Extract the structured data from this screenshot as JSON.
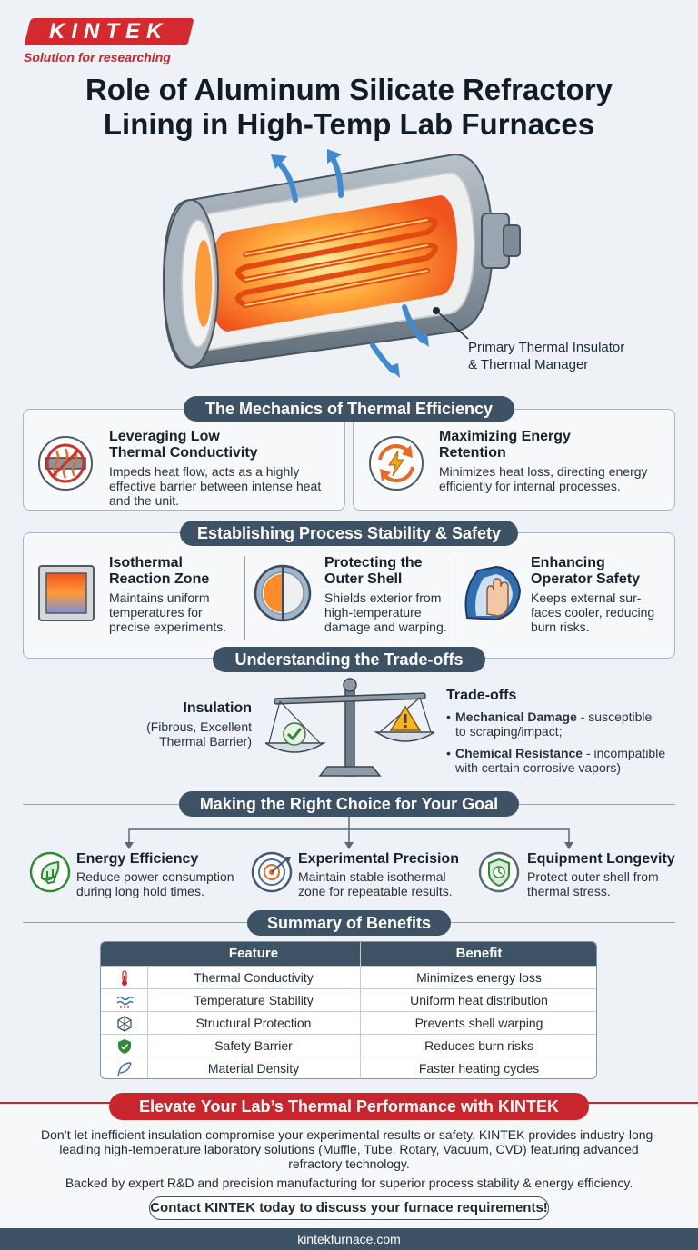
{
  "brand": {
    "logo": "KINTEK",
    "tagline": "Solution for researching"
  },
  "title": {
    "line1": "Role of Aluminum Silicate Refractory",
    "line2": "Lining in High-Temp Lab Furnaces"
  },
  "hero": {
    "caption_line1": "Primary Thermal Insulator",
    "caption_line2": "& Thermal Manager"
  },
  "mechanics": {
    "heading": "The Mechanics of Thermal Efficiency",
    "items": [
      {
        "icon": "blocked-heat-icon",
        "title_line1": "Leveraging Low",
        "title_line2": "Thermal Conductivity",
        "text_line1": "Impeds heat flow, acts as a highly",
        "text_line2": "effective barrier between intense heat",
        "text_line3": "and the unit."
      },
      {
        "icon": "energy-cycle-icon",
        "title_line1": "Maximizing Energy",
        "title_line2": "Retention",
        "text_line1": "Minimizes heat loss, directing energy",
        "text_line2": "efficiently for internal processes."
      }
    ]
  },
  "stability": {
    "heading": "Establishing Process Stability & Safety",
    "items": [
      {
        "icon": "heat-zone-icon",
        "title_line1": "Isothermal",
        "title_line2": "Reaction Zone",
        "text_line1": "Maintains uniform",
        "text_line2": "temperatures for",
        "text_line3": "precise experiments."
      },
      {
        "icon": "shell-section-icon",
        "title_line1": "Protecting the",
        "title_line2": "Outer Shell",
        "text_line1": "Shields exterior from",
        "text_line2": "high-temperature",
        "text_line3": "damage and warping."
      },
      {
        "icon": "hand-icon",
        "title_line1": "Enhancing",
        "title_line2": "Operator Safety",
        "text_line1": "Keeps external sur-",
        "text_line2": "faces cooler, reducing",
        "text_line3": "burn risks."
      }
    ]
  },
  "tradeoffs": {
    "heading": "Understanding the Trade-offs",
    "left_title": "Insulation",
    "left_line1": "(Fibrous, Excellent",
    "left_line2": "Thermal Barrier)",
    "right_title": "Trade-offs",
    "bullet1_bold": "Mechanical Damage",
    "bullet1_rest": " - susceptible",
    "bullet1_line2": "to scraping/impact;",
    "bullet2_bold": "Chemical Resistance",
    "bullet2_rest": " - incompatible",
    "bullet2_line2": "with certain corrosive vapors)"
  },
  "choice": {
    "heading": "Making the Right Choice for Your Goal",
    "items": [
      {
        "icon": "eco-plug-icon",
        "title": "Energy Efficiency",
        "text_line1": "Reduce power consumption",
        "text_line2": "during long hold times."
      },
      {
        "icon": "target-icon",
        "title": "Experimental Precision",
        "text_line1": "Maintain stable isothermal",
        "text_line2": "zone for repeatable results."
      },
      {
        "icon": "shield-clock-icon",
        "title": "Equipment Longevity",
        "text_line1": "Protect outer shell from",
        "text_line2": "thermal stress."
      }
    ]
  },
  "summary": {
    "heading": "Summary of Benefits",
    "col_feature": "Feature",
    "col_benefit": "Benefit",
    "rows": [
      {
        "icon": "thermometer-icon",
        "feature": "Thermal Conductivity",
        "benefit": "Minimizes energy loss"
      },
      {
        "icon": "heat-waves-icon",
        "feature": "Temperature Stability",
        "benefit": "Uniform heat distribution"
      },
      {
        "icon": "structure-icon",
        "feature": "Structural Protection",
        "benefit": "Prevents shell warping"
      },
      {
        "icon": "shield-check-icon",
        "feature": "Safety Barrier",
        "benefit": "Reduces burn risks"
      },
      {
        "icon": "feather-icon",
        "feature": "Material Density",
        "benefit": "Faster heating cycles"
      }
    ]
  },
  "cta": {
    "heading": "Elevate Your Lab’s Thermal Performance with KINTEK",
    "para1_line1": "Don’t let inefficient insulation compromise your experimental results or safety. KINTEK provides industry-long-",
    "para1_line2": "leading high-temperature laboratory solutions (Muffle, Tube, Rotary, Vacuum, CVD) featuring advanced",
    "para1_line3": "refractory technology.",
    "para2": "Backed by expert R&D and precision manufacturing for superior process stability & energy efficiency.",
    "button": "Contact KINTEK today to discuss your furnace requirements!"
  },
  "footer": {
    "url": "kintekfurnace.com"
  },
  "colors": {
    "brand_red": "#c8262c",
    "slate": "#3e5266",
    "background": "#eef2f6"
  }
}
